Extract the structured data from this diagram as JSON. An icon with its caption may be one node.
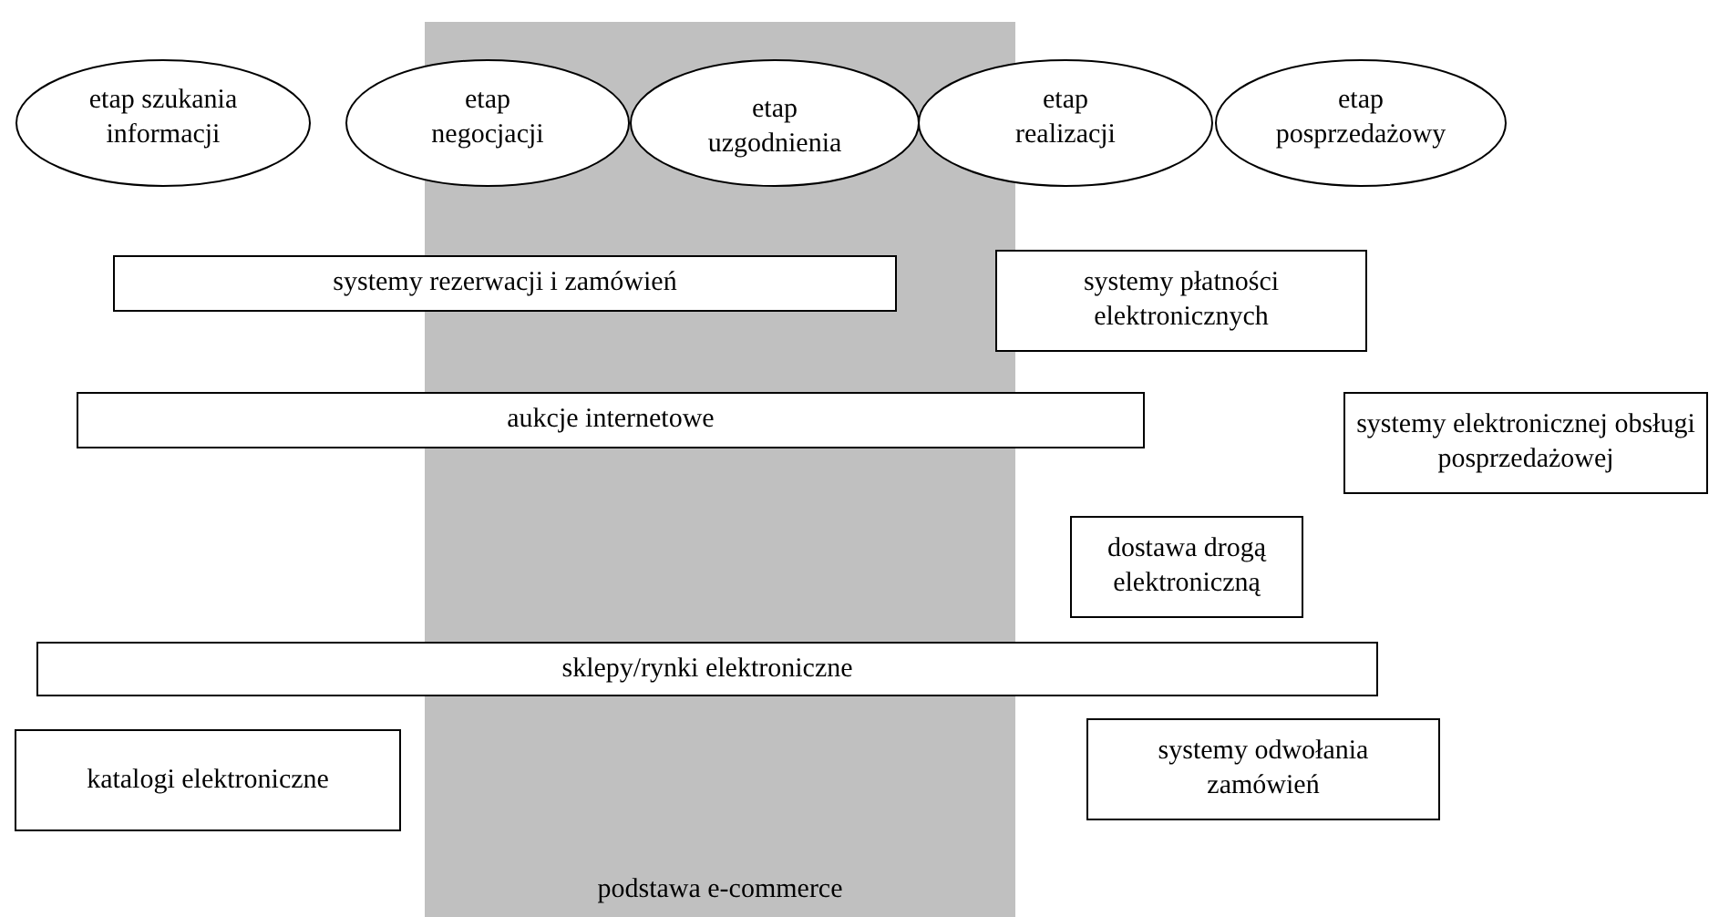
{
  "diagram": {
    "nodes": [
      {
        "text": [
          "podstawa e-commerce"
        ]
      },
      {
        "text": [
          "etap szukania informacji"
        ]
      },
      {
        "text": [
          "etap negocjacji"
        ]
      },
      {
        "text": [
          "etap uzgodnienia"
        ],
        "in": 0
      },
      {
        "text": [
          "etap realizacji"
        ]
      },
      {
        "text": [
          "etap posprzedażowy"
        ]
      },
      {
        "text": [
          "systemy rezerwacji i zamówień"
        ]
      },
      {
        "text": [
          "systemy płatności elektronicznych"
        ]
      },
      {
        "text": [
          "aukcje internetowe"
        ]
      },
      {
        "text": [
          "systemy elektronicznej obsługi posprzedażowej"
        ]
      },
      {
        "text": [
          "dostawa drogą elektroniczną"
        ]
      },
      {
        "text": [
          "sklepy/rynki elektroniczne"
        ]
      },
      {
        "text": [
          "katalogi elektroniczne"
        ]
      },
      {
        "text": [
          "systemy odwołania zamówień"
        ]
      }
    ]
  }
}
